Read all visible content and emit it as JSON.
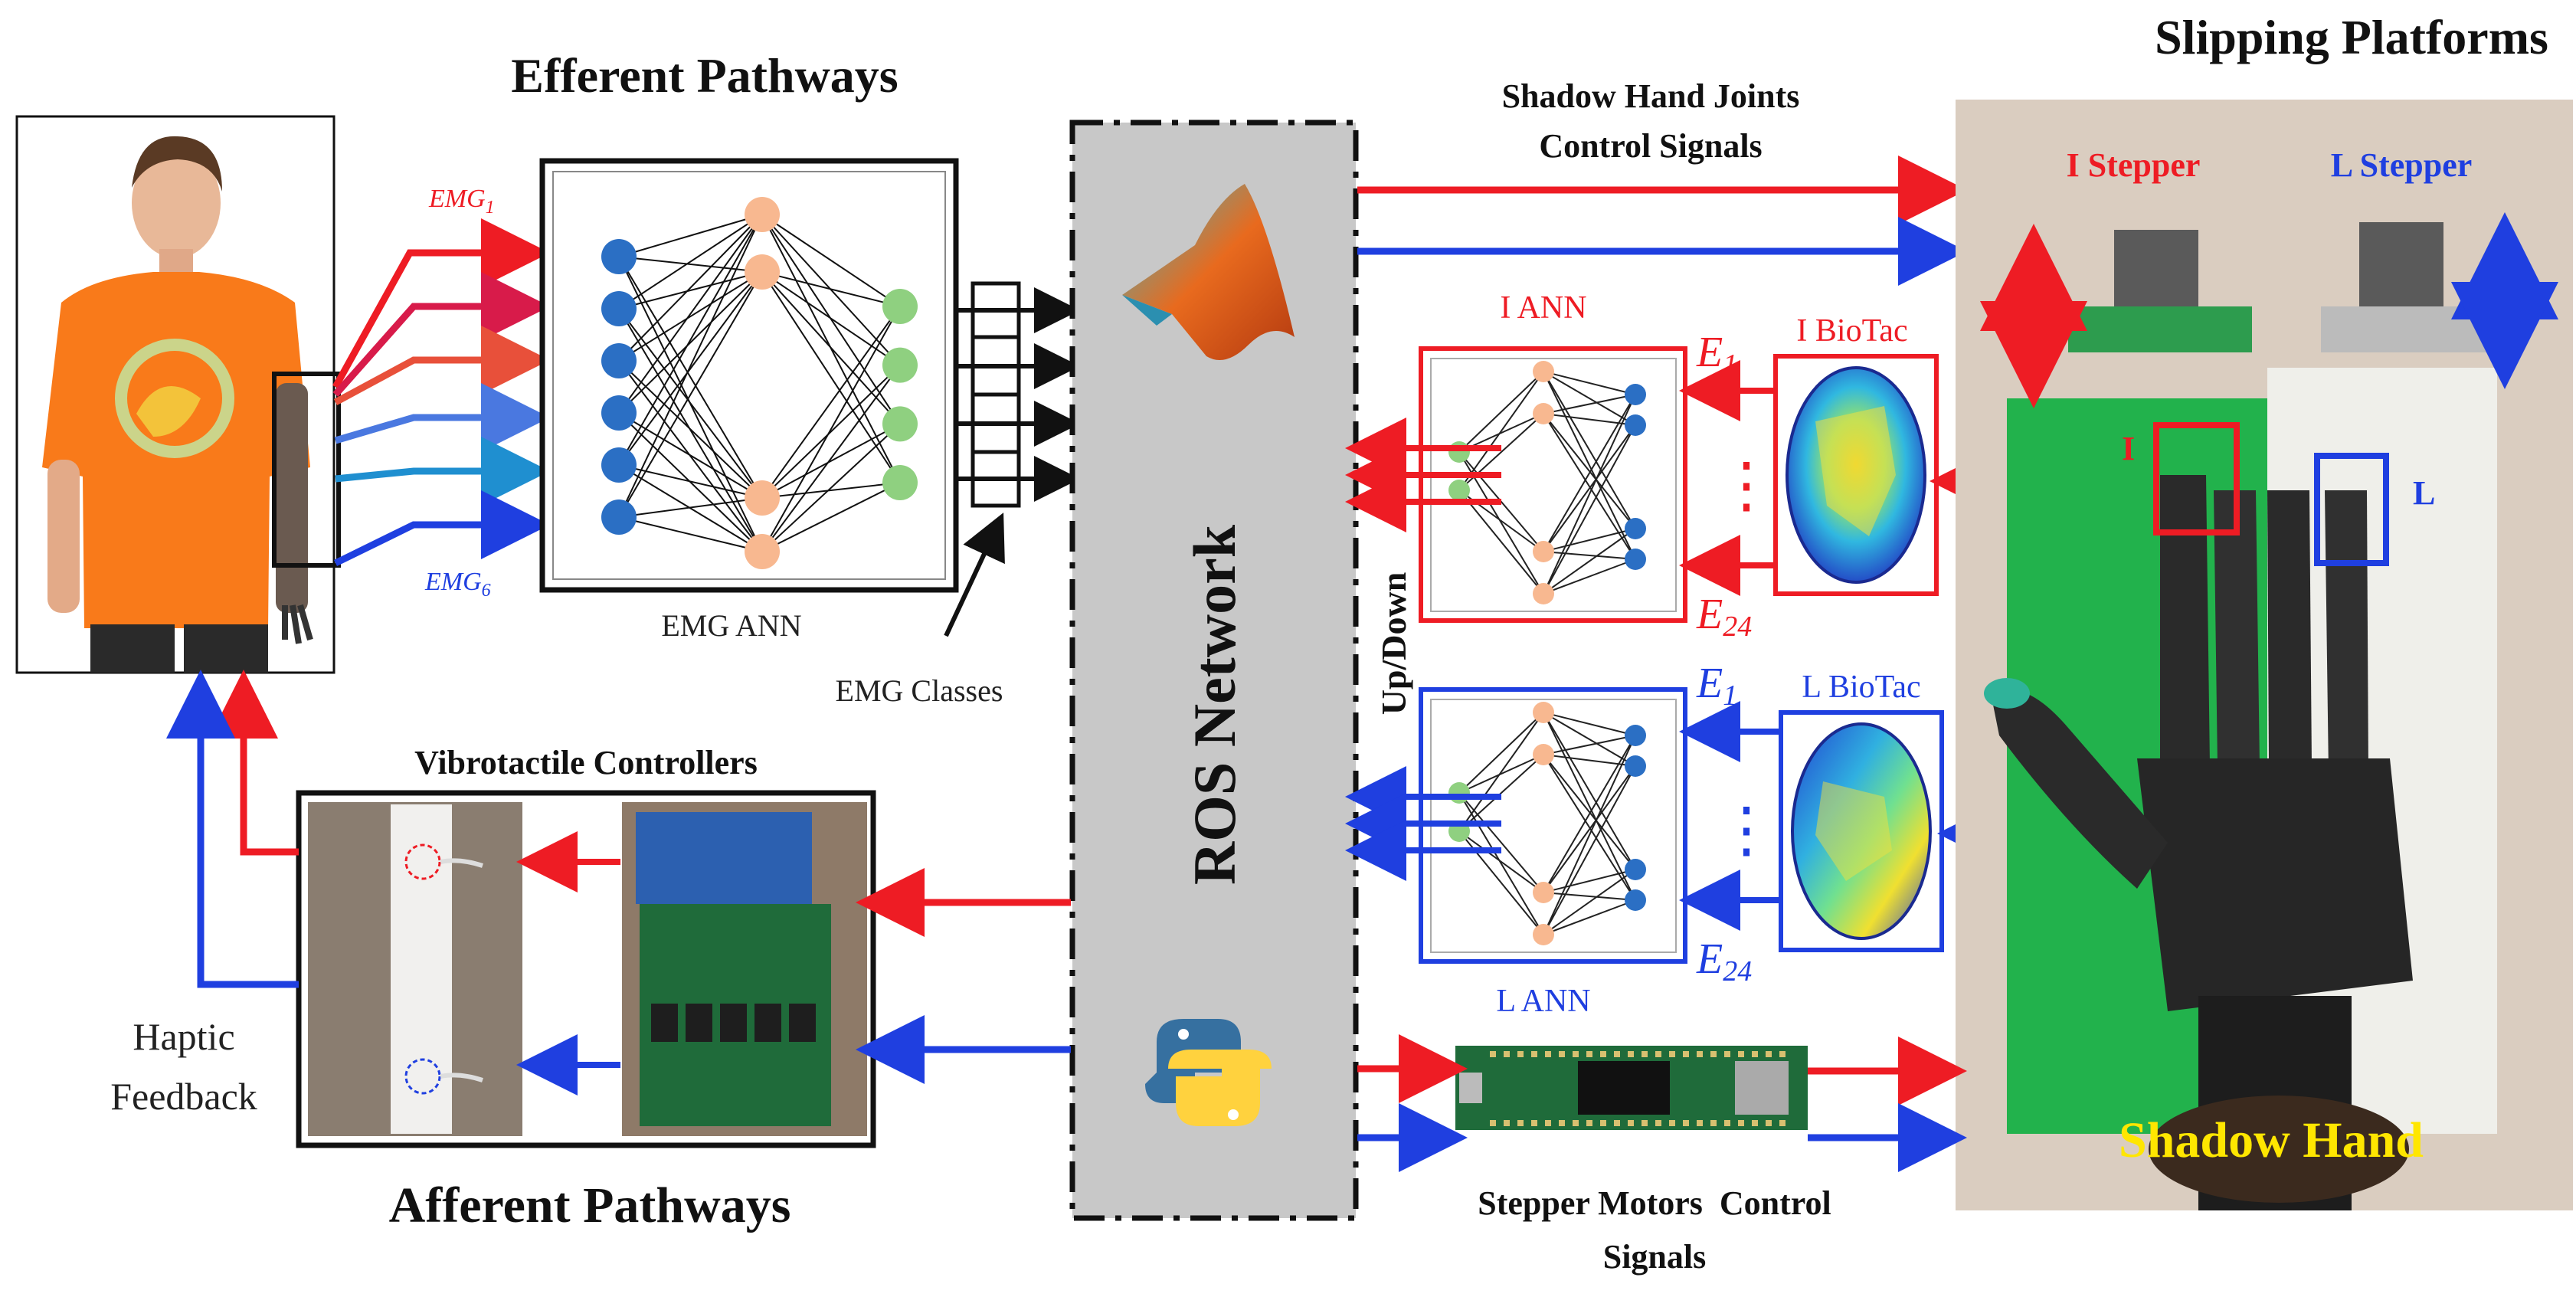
{
  "titles": {
    "efferent": "Efferent Pathways",
    "afferent": "Afferent Pathways",
    "slipping": "Slipping Platforms",
    "vibro": "Vibrotactile Controllers",
    "ros": "ROS Network",
    "emg_ann": "EMG ANN",
    "emg_classes": "EMG Classes",
    "shadow_joints_1": "Shadow Hand Joints",
    "shadow_joints_2": "Control Signals",
    "stepper_1": "Stepper Motors  Control",
    "stepper_2": "Signals",
    "i_ann": "I ANN",
    "l_ann": "L ANN",
    "i_biotac": "I BioTac",
    "l_biotac": "L BioTac",
    "i_stepper": "I Stepper",
    "l_stepper": "L Stepper",
    "i_label": "I",
    "l_label": "L",
    "shadow_hand": "Shadow Hand",
    "haptic_1": "Haptic",
    "haptic_2": "Feedback",
    "updown": "Up/Down",
    "emg1": "EMG",
    "emg1_sub": "1",
    "emg6": "EMG",
    "emg6_sub": "6",
    "e1": "E",
    "e1_sub": "1",
    "e24": "E",
    "e24_sub": "24",
    "dots": "⋮"
  },
  "colors": {
    "red": "#ee1c24",
    "blue": "#1f3fe0",
    "black": "#111111",
    "ros_gray": "#c8c8c8",
    "node_blue": "#2b6fc4",
    "node_orange": "#f8b890",
    "node_green": "#8fd080",
    "yellow": "#ffe600",
    "shirt_orange": "#f97a1a",
    "board_green": "#1f6b3a",
    "platform_green": "#22b24c"
  }
}
